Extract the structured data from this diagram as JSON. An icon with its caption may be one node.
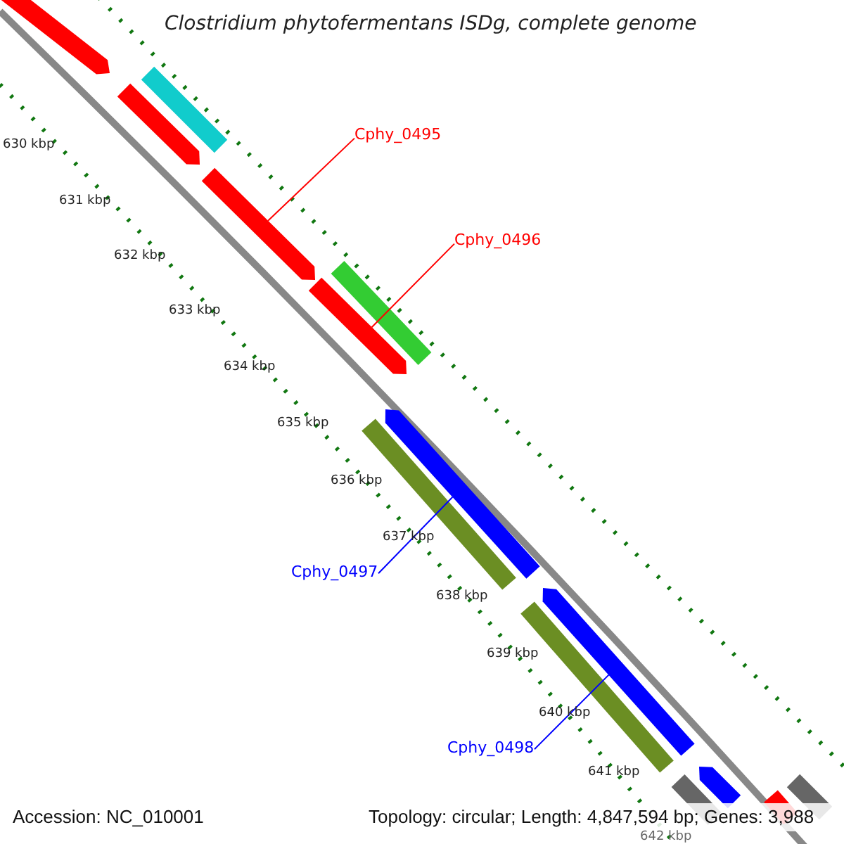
{
  "diagram": {
    "title": "Clostridium phytofermentans ISDg, complete genome",
    "nodes": [
      {
        "text": [
          "Cphy_0495"
        ]
      },
      {
        "text": [],
        "shape": "bar"
      },
      {
        "text": [
          "Cphy_0496"
        ]
      },
      {
        "text": [],
        "shape": "bar"
      },
      {
        "text": [
          "Cphy_0497"
        ]
      },
      {
        "text": [],
        "shape": "bar"
      },
      {
        "text": [
          "Cphy_0498"
        ]
      },
      {
        "text": [],
        "shape": "bar"
      },
      {
        "text": [],
        "shape": "bar"
      },
      {
        "text": [],
        "shape": "bar"
      },
      {
        "text": [],
        "shape": "bar"
      },
      {
        "text": [],
        "shape": "bar"
      },
      {
        "text": [],
        "shape": "bar"
      },
      {
        "text": [],
        "shape": "bar"
      },
      {
        "text": [],
        "shape": "bar"
      },
      {
        "text": [],
        "shape": "bar"
      },
      {
        "text": [],
        "shape": "bar"
      },
      {
        "text": [],
        "shape": "bar"
      }
    ],
    "edges": [
      {
        "from": 0,
        "to": 1,
        "arrow": "none",
        "color": "#ff0000"
      },
      {
        "from": 2,
        "to": 3,
        "arrow": "none",
        "color": "#ff0000"
      },
      {
        "from": 4,
        "to": 5,
        "arrow": "none",
        "color": "#0000ff"
      },
      {
        "from": 6,
        "to": 7,
        "arrow": "none",
        "color": "#0000ff"
      }
    ],
    "labels": [
      "630 kbp",
      "631 kbp",
      "632 kbp",
      "633 kbp",
      "634 kbp",
      "635 kbp",
      "636 kbp",
      "637 kbp",
      "638 kbp",
      "639 kbp",
      "640 kbp",
      "641 kbp",
      "642 kbp",
      "Accession: NC_010001",
      "Topology: circular; Length: 4,847,594 bp; Genes: 3,988"
    ]
  }
}
